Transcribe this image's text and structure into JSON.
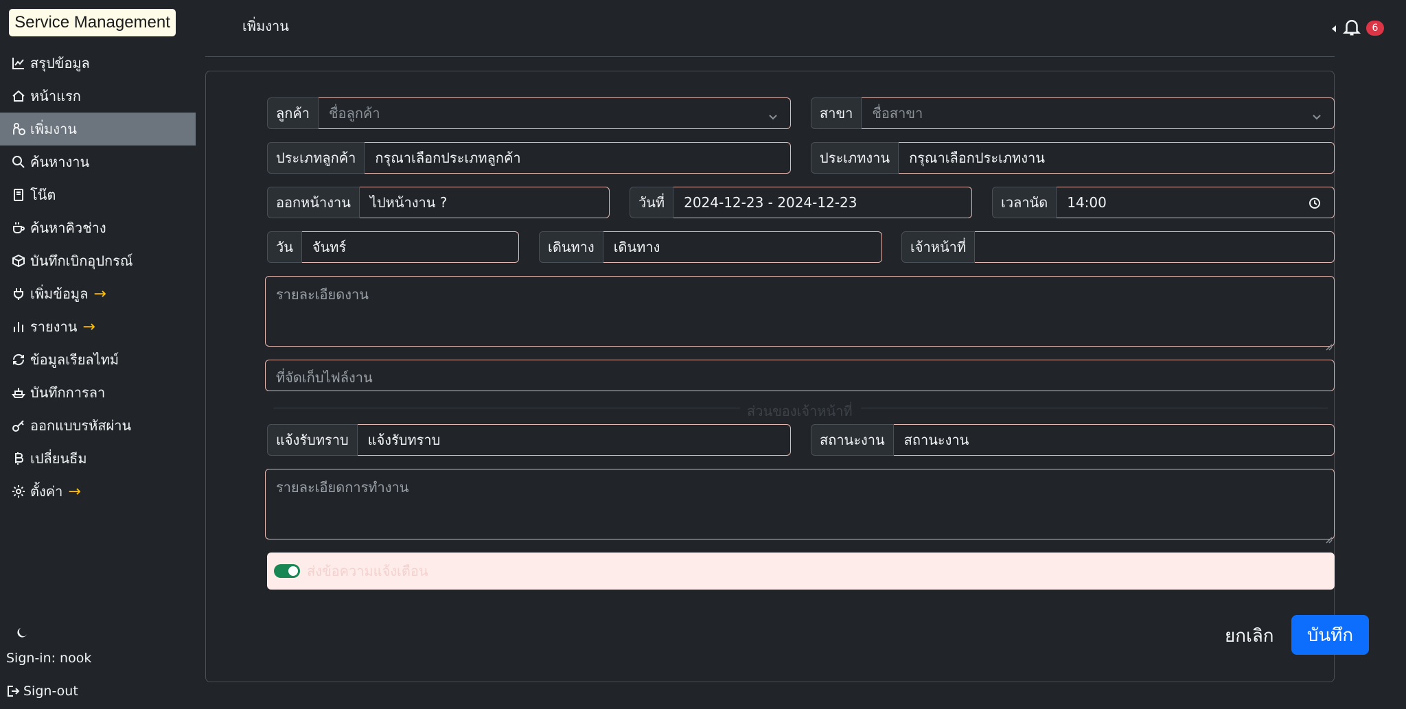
{
  "app": {
    "brand": "Service Management",
    "page_title": "เพิ่มงาน"
  },
  "colors": {
    "accent": "#0d6efd",
    "badge": "#dc3545",
    "arrow": "#ffc107",
    "toggle": "#198754"
  },
  "sidebar": {
    "items": [
      {
        "label": "สรุปข้อมูล",
        "icon": "chart-line-icon",
        "active": false,
        "arrow": ""
      },
      {
        "label": "หน้าแรก",
        "icon": "home-icon",
        "active": false,
        "arrow": ""
      },
      {
        "label": "เพิ่มงาน",
        "icon": "person-add-icon",
        "active": true,
        "arrow": ""
      },
      {
        "label": "ค้นหางาน",
        "icon": "search-icon",
        "active": false,
        "arrow": ""
      },
      {
        "label": "โน๊ต",
        "icon": "book-icon",
        "active": false,
        "arrow": ""
      },
      {
        "label": "ค้นหาคิวช่าง",
        "icon": "coffee-icon",
        "active": false,
        "arrow": ""
      },
      {
        "label": "บันทึกเบิกอุปกรณ์",
        "icon": "box-icon",
        "active": false,
        "arrow": ""
      },
      {
        "label": "เพิ่มข้อมูล",
        "icon": "plug-icon",
        "active": false,
        "arrow": "→"
      },
      {
        "label": "รายงาน",
        "icon": "bar-chart-icon",
        "active": false,
        "arrow": "→"
      },
      {
        "label": "ข้อมูลเรียลไทม์",
        "icon": "refresh-icon",
        "active": false,
        "arrow": ""
      },
      {
        "label": "บันทึกการลา",
        "icon": "ship-icon",
        "active": false,
        "arrow": ""
      },
      {
        "label": "ออกแบบรหัสผ่าน",
        "icon": "key-icon",
        "active": false,
        "arrow": ""
      },
      {
        "label": "เปลี่ยนธีม",
        "icon": "bitcoin-icon",
        "active": false,
        "arrow": ""
      },
      {
        "label": "ตั้งค่า",
        "icon": "gear-icon",
        "active": false,
        "arrow": "→"
      }
    ],
    "signin": "Sign-in: nook",
    "signout": "Sign-out"
  },
  "header": {
    "notification_count": "6"
  },
  "form": {
    "customer": {
      "label": "ลูกค้า",
      "placeholder": "ชื่อลูกค้า"
    },
    "branch": {
      "label": "สาขา",
      "placeholder": "ชื่อสาขา"
    },
    "customer_type": {
      "label": "ประเภทลูกค้า",
      "value": "กรุณาเลือกประเภทลูกค้า"
    },
    "job_type": {
      "label": "ประเภทงาน",
      "value": "กรุณาเลือกประเภทงาน"
    },
    "onsite": {
      "label": "ออกหน้างาน",
      "value": "ไปหน้างาน ?"
    },
    "date": {
      "label": "วันที่",
      "value": "2024-12-23 - 2024-12-23"
    },
    "time": {
      "label": "เวลานัด",
      "value": "14:00"
    },
    "day": {
      "label": "วัน",
      "value": "จันทร์"
    },
    "travel": {
      "label": "เดินทาง",
      "value": "เดินทาง"
    },
    "staff": {
      "label": "เจ้าหน้าที่",
      "value": ""
    },
    "job_detail": {
      "placeholder": "รายละเอียดงาน"
    },
    "file_location": {
      "placeholder": "ที่จัดเก็บไฟล์งาน"
    },
    "staff_section": "ส่วนของเจ้าหน้าที่",
    "notify": {
      "label": "แจ้งรับทราบ",
      "value": "แจ้งรับทราบ"
    },
    "job_status": {
      "label": "สถานะงาน",
      "value": "สถานะงาน"
    },
    "work_detail": {
      "placeholder": "รายละเอียดการทำงาน"
    },
    "send_alert": {
      "label": "ส่งข้อความแจ้งเตือน",
      "checked": true
    },
    "cancel_label": "ยกเลิก",
    "save_label": "บันทึก"
  }
}
